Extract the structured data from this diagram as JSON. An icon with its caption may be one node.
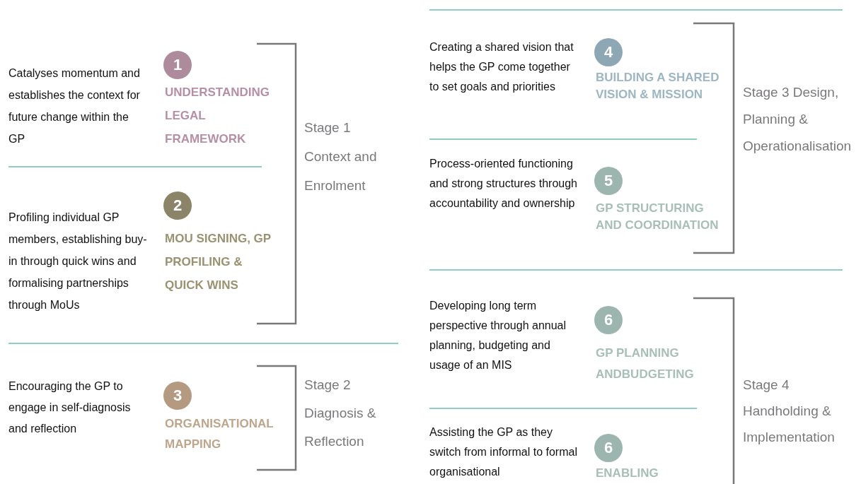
{
  "diagram": {
    "nodes": [
      {
        "text": [
          "1"
        ],
        "beside": [
          "UNDERSTANDING LEGAL FRAMEWORK",
          "Catalyses momentum and establishes the context for future change within the GP"
        ]
      },
      {
        "text": [
          "2"
        ],
        "beside": [
          "MOU SIGNING, GP PROFILING & QUICK WINS",
          "Profiling individual GP members, establishing buy-in through quick wins and formalising partnerships through MoUs"
        ]
      },
      {
        "text": [
          "3"
        ],
        "beside": [
          "ORGANISATIONAL MAPPING",
          "Encouraging the GP to engage in self-diagnosis and reflection"
        ]
      },
      {
        "text": [
          "4"
        ],
        "beside": [
          "BUILDING A SHARED VISION & MISSION",
          "Creating a shared vision that helps the GP come together to set goals and priorities"
        ]
      },
      {
        "text": [
          "5"
        ],
        "beside": [
          "GP STRUCTURING AND COORDINATION",
          "Process-oriented functioning and strong structures through accountability and ownership"
        ]
      },
      {
        "text": [
          "6"
        ],
        "beside": [
          "GP PLANNING ANDBUDGETING",
          "Developing long term perspective through annual planning, budgeting and usage of an MIS"
        ]
      },
      {
        "text": [
          "6"
        ],
        "beside": [
          "ENABLING",
          "Assisting the GP as they switch from informal to formal organisational"
        ]
      }
    ],
    "labels": [
      "Stage 1 Context and Enrolment",
      "Stage 2 Diagnosis & Reflection",
      "Stage 3 Design, Planning & Operationalisation",
      "Stage 4 Handholding & Implementation"
    ]
  }
}
